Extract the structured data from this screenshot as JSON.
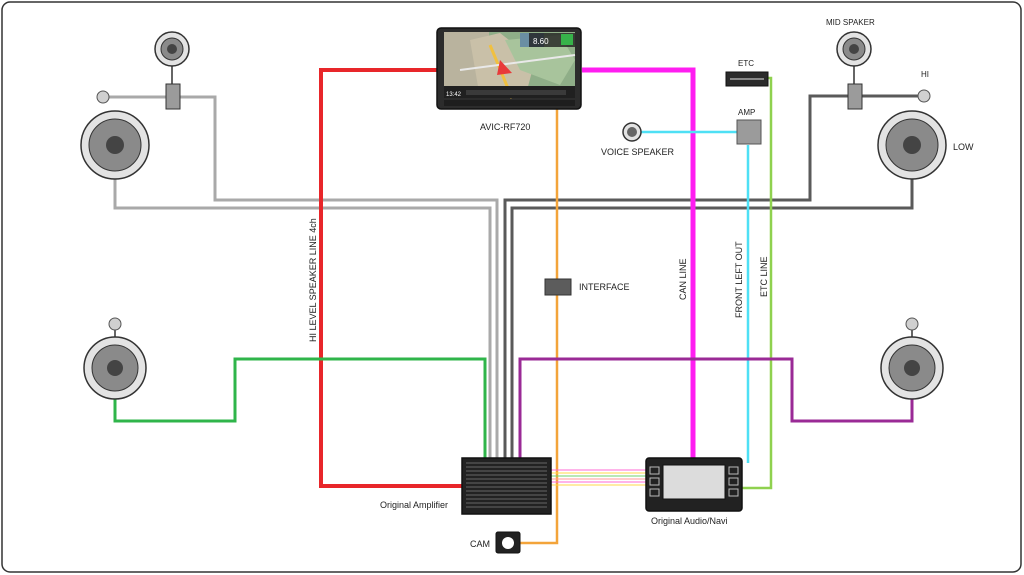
{
  "colors": {
    "red": "#e8262a",
    "magenta": "#ff1df1",
    "orange": "#f3a43a",
    "cyan": "#4ee0f5",
    "lime": "#8fd14f",
    "green": "#2fb54a",
    "purple": "#9a2a96",
    "gray_light": "#a9a9a9",
    "gray_dark": "#5a5a5a",
    "border": "#333333"
  },
  "labels": {
    "head_unit": "AVIC-RF720",
    "mid_speaker": "MID SPAKER",
    "hi": "HI",
    "low": "LOW",
    "etc": "ETC",
    "amp": "AMP",
    "voice_speaker": "VOICE SPEAKER",
    "interface": "INTERFACE",
    "can_line": "CAN LINE",
    "front_left_out": "FRONT LEFT OUT",
    "etc_line": "ETC LINE",
    "hi_level": "HI LEVEL SPEAKER LINE 4ch",
    "original_amplifier": "Original Amplifier",
    "original_audio": "Original Audio/Navi",
    "cam": "CAM"
  },
  "screen": {
    "time": "13:42",
    "speed": "8.60"
  }
}
